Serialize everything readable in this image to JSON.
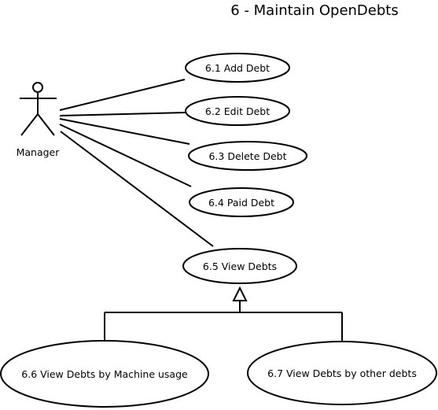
{
  "diagram": {
    "title": "6 - Maintain OpenDebts",
    "actor": {
      "label": "Manager",
      "icon": "stick-figure-actor-icon"
    },
    "use_cases": [
      {
        "id": "6.1",
        "label": "6.1 Add Debt"
      },
      {
        "id": "6.2",
        "label": "6.2 Edit Debt"
      },
      {
        "id": "6.3",
        "label": "6.3 Delete Debt"
      },
      {
        "id": "6.4",
        "label": "6.4 Paid Debt"
      },
      {
        "id": "6.5",
        "label": "6.5 View Debts"
      },
      {
        "id": "6.6",
        "label": "6.6 View Debts by Machine usage"
      },
      {
        "id": "6.7",
        "label": "6.7 View Debts by other debts"
      }
    ],
    "associations": [
      {
        "from": "Manager",
        "to": "6.1"
      },
      {
        "from": "Manager",
        "to": "6.2"
      },
      {
        "from": "Manager",
        "to": "6.3"
      },
      {
        "from": "Manager",
        "to": "6.4"
      },
      {
        "from": "Manager",
        "to": "6.5"
      }
    ],
    "generalizations": [
      {
        "child": "6.6",
        "parent": "6.5"
      },
      {
        "child": "6.7",
        "parent": "6.5"
      }
    ],
    "colors": {
      "stroke": "#000000",
      "background": "#ffffff"
    }
  }
}
